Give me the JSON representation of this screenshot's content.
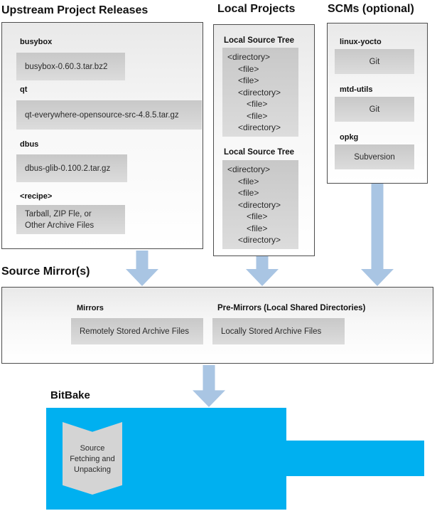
{
  "colors": {
    "cyan": "#00b0f0",
    "arrow": "#a9c5e3",
    "panel-border": "#4d4d4d",
    "graybox-top": "#c8c8c8",
    "graybox-bottom": "#dcdcdc",
    "chevron": "#d4d4d4"
  },
  "headings": {
    "upstream": "Upstream Project Releases",
    "local": "Local Projects",
    "scms": "SCMs (optional)",
    "mirrors": "Source Mirror(s)",
    "bitbake": "BitBake"
  },
  "upstream": {
    "items": [
      {
        "label": "busybox",
        "file": "busybox-0.60.3.tar.bz2"
      },
      {
        "label": "qt",
        "file": "qt-everywhere-opensource-src-4.8.5.tar.gz"
      },
      {
        "label": "dbus",
        "file": "dbus-glib-0.100.2.tar.gz"
      },
      {
        "label": "<recipe>",
        "file": "Tarball, ZIP Fle, or\nOther Archive Files"
      }
    ]
  },
  "local_projects": {
    "tree_label": "Local Source Tree",
    "tree_lines": [
      "<directory>",
      "<file>",
      "<file>",
      "<directory>",
      "<file>",
      "<file>",
      "<directory>"
    ]
  },
  "scms": {
    "items": [
      {
        "label": "linux-yocto",
        "scm": "Git"
      },
      {
        "label": "mtd-utils",
        "scm": "Git"
      },
      {
        "label": "opkg",
        "scm": "Subversion"
      }
    ]
  },
  "source_mirrors": {
    "mirrors_label": "Mirrors",
    "mirrors_value": "Remotely Stored Archive Files",
    "premirrors_label": "Pre-Mirrors (Local Shared Directories)",
    "premirrors_value": "Locally Stored Archive Files"
  },
  "bitbake": {
    "step": "Source\nFetching and\nUnpacking"
  }
}
